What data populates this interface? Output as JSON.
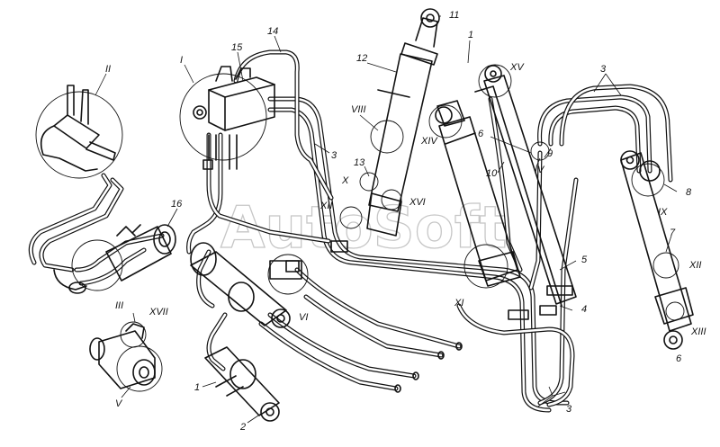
{
  "watermark": "AutoSoft",
  "labels": {
    "n1a": "1",
    "n1b": "1",
    "n2": "2",
    "n3a": "3",
    "n3b": "3",
    "n3c": "3",
    "n4": "4",
    "n5": "5",
    "n6a": "6",
    "n6b": "6",
    "n7": "7",
    "n8": "8",
    "n9": "9",
    "n10": "10",
    "n11": "11",
    "n12": "12",
    "n13": "13",
    "n14": "14",
    "n15": "15",
    "n16": "16",
    "rI": "I",
    "rII": "II",
    "rIII": "III",
    "rIV": "IV",
    "rV": "V",
    "rVI": "VI",
    "rVIII": "VIII",
    "rIX": "IX",
    "rX": "X",
    "rXI": "XI",
    "rXII": "XII",
    "rXIIb": "XII",
    "rXIII": "XIII",
    "rXIV": "XIV",
    "rXV": "XV",
    "rXVI": "XVI",
    "rXVII": "XVII"
  }
}
